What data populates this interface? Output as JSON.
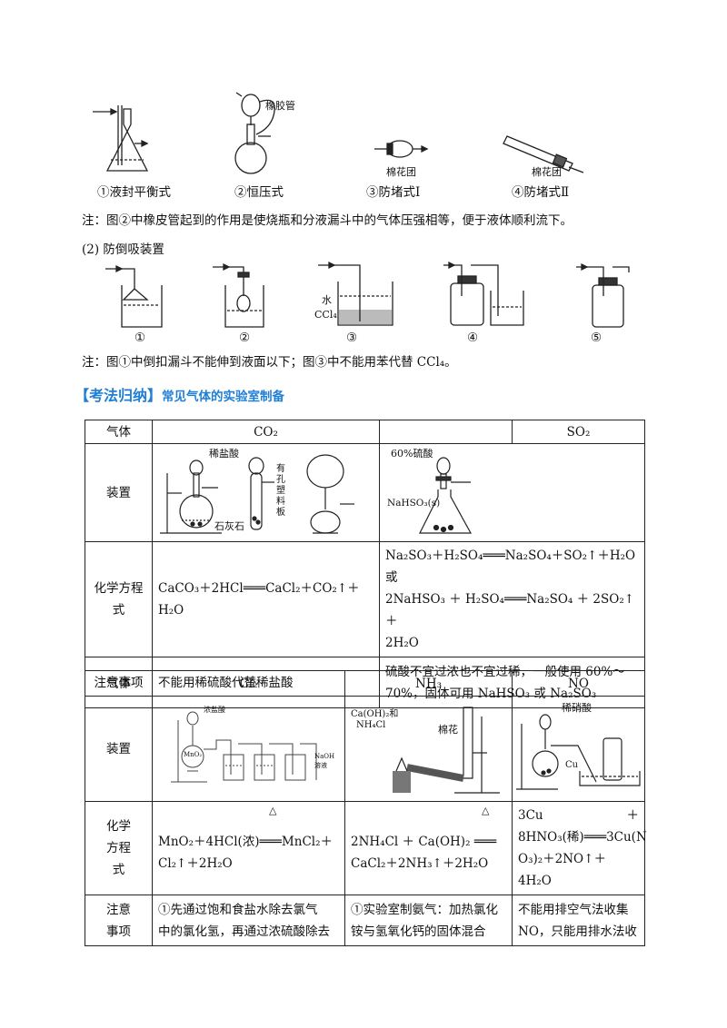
{
  "section1": {
    "captions": [
      "①液封平衡式",
      "②恒压式",
      "③防堵式Ⅰ",
      "④防堵式Ⅱ"
    ],
    "labels": {
      "rubber_tube": "橡胶管",
      "cotton": "棉花团"
    },
    "note": "注：图②中橡皮管起到的作用是使烧瓶和分液漏斗中的气体压强相等，便于液体顺利流下。"
  },
  "section2": {
    "title": "(2)  防倒吸装置",
    "captions": [
      "①",
      "②",
      "③",
      "④",
      "⑤"
    ],
    "labels": {
      "water": "水",
      "ccl4": "CCl₄"
    },
    "note": "注：图①中倒扣漏斗不能伸到液面以下；图③中不能用苯代替 CCl₄。"
  },
  "heading": {
    "box_label": "【考法归纳】",
    "title": "常见气体的实验室制备"
  },
  "table1": {
    "row_gas": {
      "label": "气体",
      "gas1": "CO₂",
      "gas2": "",
      "gas3": "SO₂"
    },
    "row_device": {
      "label": "装置",
      "co2_labels": {
        "acid": "稀盐酸",
        "stone": "石灰石",
        "plate1": "有",
        "plate2": "孔",
        "plate3": "塑",
        "plate4": "料",
        "plate5": "板"
      },
      "so2_labels": {
        "acid": "60%硫酸",
        "solid": "NaHSO₃(s)"
      }
    },
    "row_eq": {
      "label": "化学方程式",
      "co2": "CaCO₃＋2HCl═══CaCl₂＋CO₂↑＋H₂O",
      "so2_line1": "Na₂SO₃＋H₂SO₄═══Na₂SO₄＋SO₂↑＋H₂O 或",
      "so2_line2": "2NaHSO₃ ＋ H₂SO₄═══Na₂SO₄ ＋ 2SO₂↑ ＋",
      "so2_line3": "2H₂O"
    },
    "row_note": {
      "label": "注意事项",
      "co2": "不能用稀硫酸代替稀盐酸",
      "so2_line1": "硫酸不宜过浓也不宜过稀，一般使用 60%～",
      "so2_line2": "70%，固体可用 NaHSO₃ 或 Na₂SO₃"
    }
  },
  "table2": {
    "row_gas": {
      "label": "气体",
      "gas1": "Cl₂",
      "gas2": "NH₃",
      "gas3": "NO"
    },
    "row_device": {
      "label": "装置",
      "cl2_labels": {
        "acid": "浓盐酸",
        "mno2": "MnO₂",
        "naoh1": "NaOH",
        "naoh2": "溶液"
      },
      "nh3_labels": {
        "reagent1": "Ca(OH)₂和",
        "reagent2": "NH₄Cl",
        "cotton": "棉花"
      },
      "no_labels": {
        "acid": "稀硝酸",
        "cu": "Cu"
      }
    },
    "row_eq": {
      "label1": "化学",
      "label2": "方程",
      "label3": "式",
      "cl2_line1": "MnO₂＋4HCl(浓)═══MnCl₂＋",
      "cl2_line2": "Cl₂↑＋2H₂O",
      "nh3_line1": "2NH₄Cl ＋ Ca(OH)₂ ═══",
      "nh3_line2": "CaCl₂＋2NH₃↑＋2H₂O",
      "no_line1a": "3Cu",
      "no_line1b": "＋",
      "no_line2": "8HNO₃(稀)═══3Cu(N",
      "no_line3": "O₃)₂＋2NO↑＋4H₂O",
      "heat_symbol": "△"
    },
    "row_note": {
      "label1": "注意",
      "label2": "事项",
      "cl2_line1": "①先通过饱和食盐水除去氯气",
      "cl2_line2": "中的氯化氢，再通过浓硫酸除去",
      "nh3_line1": "①实验室制氨气：加热氯化",
      "nh3_line2": "铵与氢氧化钙的固体混合",
      "no_line1": "不能用排空气法收集",
      "no_line2": "NO，只能用排水法收"
    }
  }
}
